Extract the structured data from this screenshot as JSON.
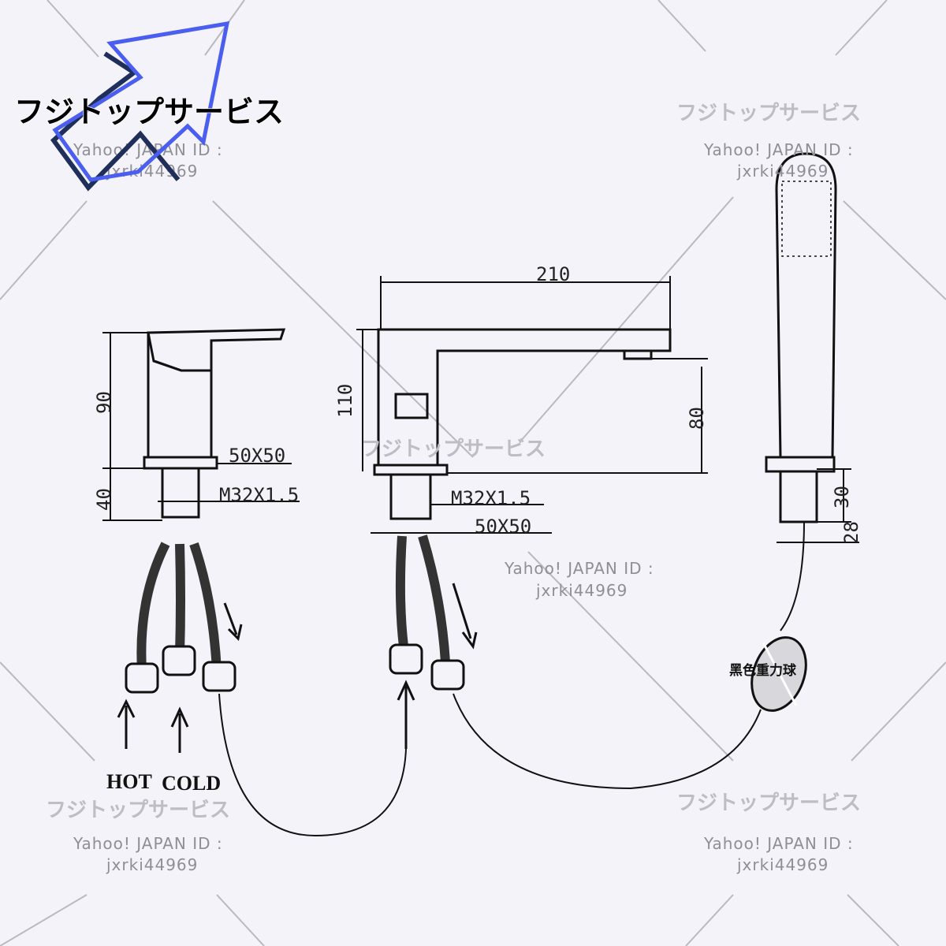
{
  "watermark": {
    "brand": "フジトップサービス",
    "id_label": "Yahoo! JAPAN ID :",
    "id_value": "jxrki44969"
  },
  "logo_text": "フジトップサービス",
  "dimensions": {
    "spout_length": "210",
    "spout_height": "110",
    "spout_outlet_height": "80",
    "handle_height": "90",
    "handle_base_height": "40",
    "handle_base_size": "50X50",
    "handle_thread": "M32X1.5",
    "spout_thread": "M32X1.5",
    "spout_base_size": "50X50",
    "shower_base_height": "30",
    "shower_base_diameter": "28"
  },
  "labels": {
    "hot": "HOT",
    "cold": "COLD",
    "weight_ball": "黑色重力球"
  },
  "colors": {
    "logo_arrow": "#4a5ef0",
    "logo_arrow_shadow": "#1f2f5a",
    "background": "#f3f3f9"
  }
}
